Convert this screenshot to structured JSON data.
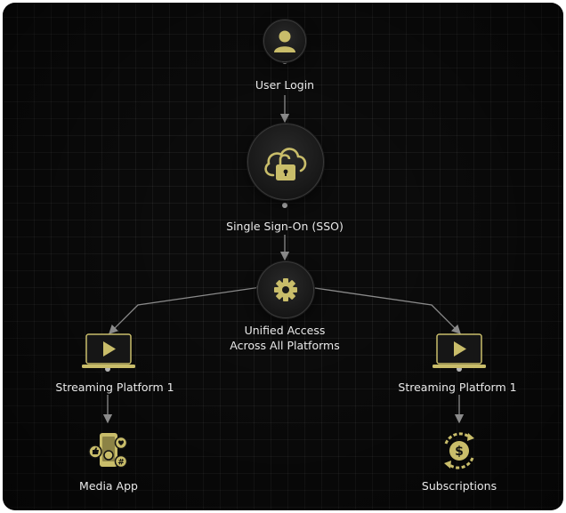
{
  "nodes": {
    "user_login": "User Login",
    "sso": "Single Sign-On (SSO)",
    "unified_line1": "Unified Access",
    "unified_line2": "Across All Platforms",
    "platform_left": "Streaming Platform 1",
    "platform_right": "Streaming Platform 1",
    "media_app": "Media App",
    "subscriptions": "Subscriptions"
  },
  "icons": {
    "user_login": "user-icon",
    "sso": "cloud-lock-icon",
    "unified": "gear-icon",
    "platform_left": "laptop-play-icon",
    "platform_right": "laptop-play-icon",
    "media_app": "phone-social-icon",
    "subscriptions": "dollar-cycle-icon"
  },
  "colors": {
    "accent": "#c9bd6a",
    "background": "#0b0b0b",
    "connector": "#8a8a8a"
  }
}
